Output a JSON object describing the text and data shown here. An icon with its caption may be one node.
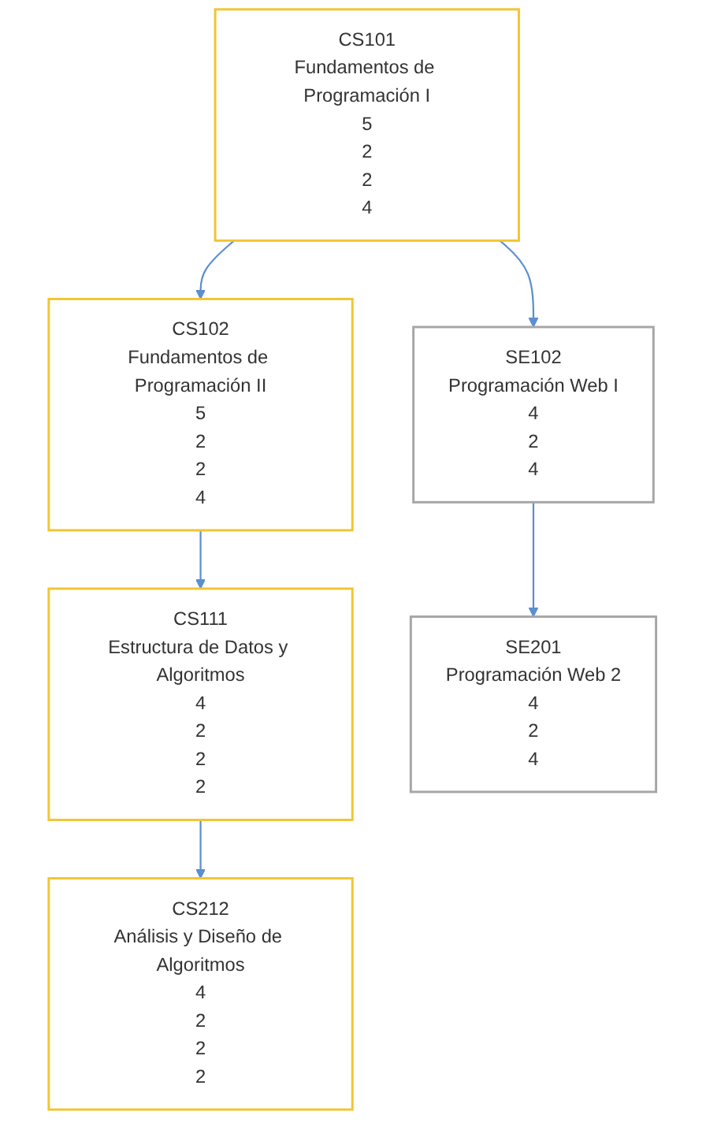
{
  "diagram": {
    "nodes": [
      {
        "text": [
          "CS101",
          "Fundamentos de Programación I",
          "5",
          "2",
          "2",
          "4"
        ]
      },
      {
        "text": [
          "CS102",
          "Fundamentos de Programación II",
          "5",
          "2",
          "2",
          "4"
        ]
      },
      {
        "text": [
          "SE102",
          "Programación Web I",
          "4",
          "2",
          "4"
        ]
      },
      {
        "text": [
          "CS111",
          "Estructura de Datos y Algoritmos",
          "4",
          "2",
          "2",
          "2"
        ]
      },
      {
        "text": [
          "SE201",
          "Programación Web 2",
          "4",
          "2",
          "4"
        ]
      },
      {
        "text": [
          "CS212",
          "Análisis y Diseño de Algoritmos",
          "4",
          "2",
          "2",
          "2"
        ]
      }
    ],
    "edges": [
      {
        "from": 0,
        "to": 1,
        "arrow": "to"
      },
      {
        "from": 0,
        "to": 2,
        "arrow": "to"
      },
      {
        "from": 1,
        "to": 3,
        "arrow": "to"
      },
      {
        "from": 2,
        "to": 4,
        "arrow": "to"
      },
      {
        "from": 3,
        "to": 5,
        "arrow": "to"
      }
    ]
  }
}
